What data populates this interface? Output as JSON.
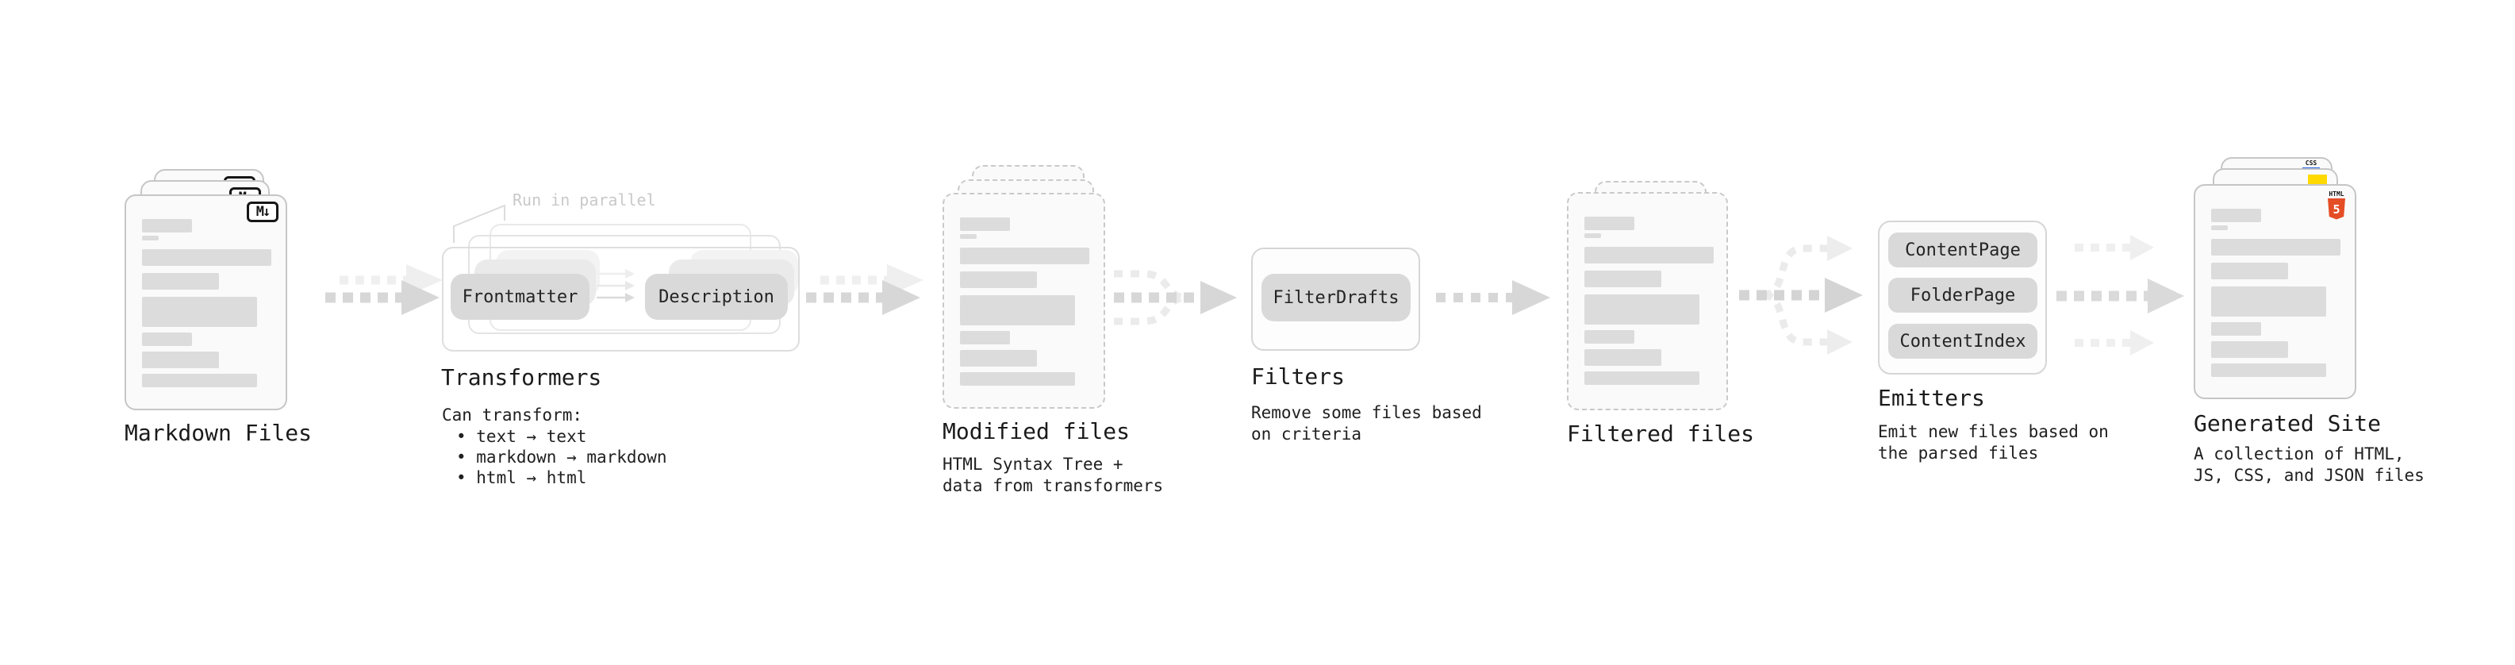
{
  "stages": {
    "markdown_files": {
      "label": "Markdown Files",
      "file_icon": "M↓"
    },
    "transformers": {
      "title": "Transformers",
      "parallel_note": "Run in parallel",
      "node_left": "Frontmatter",
      "node_right": "Description",
      "caption": "Can transform:",
      "bullets": [
        "• text → text",
        "• markdown → markdown",
        "• html → html"
      ]
    },
    "modified_files": {
      "label": "Modified files",
      "caption": "HTML Syntax Tree +\ndata from transformers"
    },
    "filters": {
      "title": "Filters",
      "node": "FilterDrafts",
      "caption": "Remove some files based\non criteria"
    },
    "filtered_files": {
      "label": "Filtered files"
    },
    "emitters": {
      "title": "Emitters",
      "nodes": [
        "ContentPage",
        "FolderPage",
        "ContentIndex"
      ],
      "caption": "Emit new files based on\nthe parsed files"
    },
    "generated_site": {
      "label": "Generated Site",
      "caption": "A collection of HTML,\nJS, CSS, and JSON files",
      "html5_icon": {
        "word": "HTML",
        "number": "5"
      },
      "css_icon": "CSS"
    }
  },
  "colors": {
    "html5_orange": "#e44d26",
    "js_yellow": "#ffd900",
    "css_blue": "#2760e0",
    "arrow_dark": "#d7d7d7",
    "arrow_light": "#ededed"
  }
}
